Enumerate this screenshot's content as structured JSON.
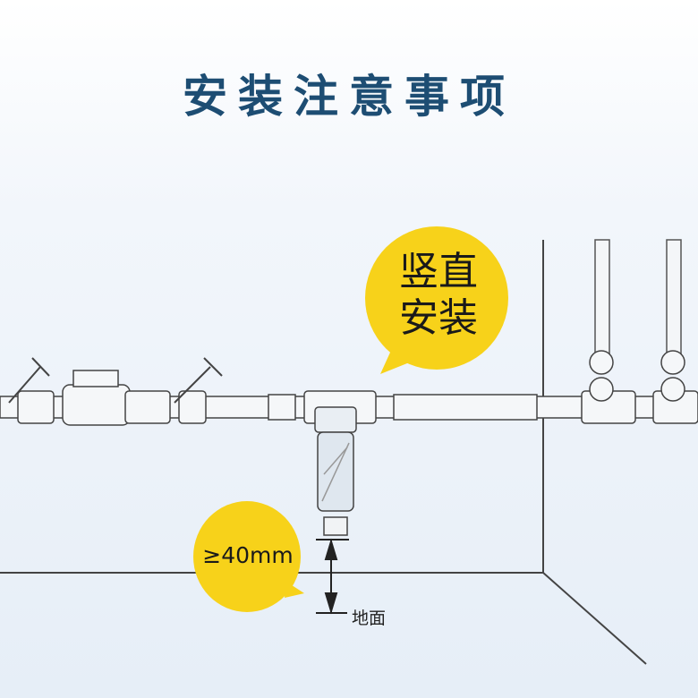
{
  "title": "安装注意事项",
  "callout_vertical": {
    "line1": "竖直",
    "line2": "安装"
  },
  "callout_clearance": "≥40mm",
  "ground_label": "地面",
  "colors": {
    "title": "#1d4d73",
    "bubble": "#f7d21a",
    "line": "#333333"
  }
}
